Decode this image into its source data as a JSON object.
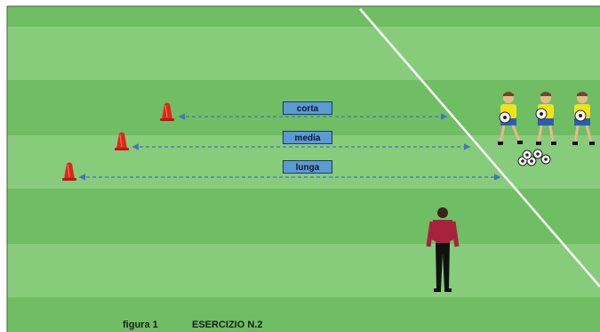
{
  "field": {
    "colors": {
      "stripe_dark": "#6fbe63",
      "stripe_light": "#86cc7a",
      "line": "#ffffff",
      "frame": "#555555"
    }
  },
  "distances": [
    {
      "key": "corta",
      "label": "corta",
      "arrow_color": "#4472c4"
    },
    {
      "key": "media",
      "label": "media",
      "arrow_color": "#4472c4"
    },
    {
      "key": "lunga",
      "label": "lunga",
      "arrow_color": "#4472c4"
    }
  ],
  "cones": {
    "count": 3,
    "color": "#e0261b"
  },
  "players": {
    "count": 3,
    "shirt_color": "#f2e21a",
    "shorts_color": "#2a5fb0"
  },
  "balls": {
    "count": 5
  },
  "goalkeeper": {
    "shirt_color": "#a8213e",
    "pants_color": "#111111"
  },
  "caption": {
    "figure": "figura 1",
    "title": "ESERCIZIO N.2"
  }
}
